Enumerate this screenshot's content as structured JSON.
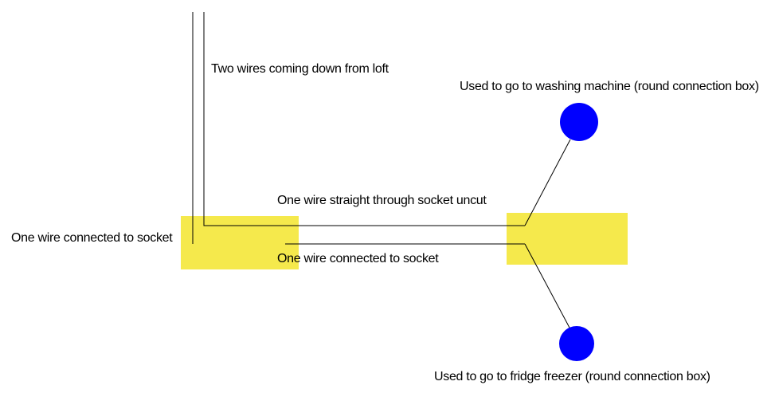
{
  "colors": {
    "socket_fill": "#f5e94c",
    "connection_box_fill": "#0000ff",
    "wire_stroke": "#000000",
    "background": "#ffffff"
  },
  "labels": {
    "loft_wires": "Two wires coming down from loft",
    "washing_machine": "Used to go to washing machine (round connection box)",
    "straight_through": "One wire straight through socket uncut",
    "left_socket_wire": "One wire connected to socket",
    "middle_socket_wire": "One wire connected to socket",
    "fridge_freezer": "Used to go to fridge freezer (round connection box)"
  }
}
